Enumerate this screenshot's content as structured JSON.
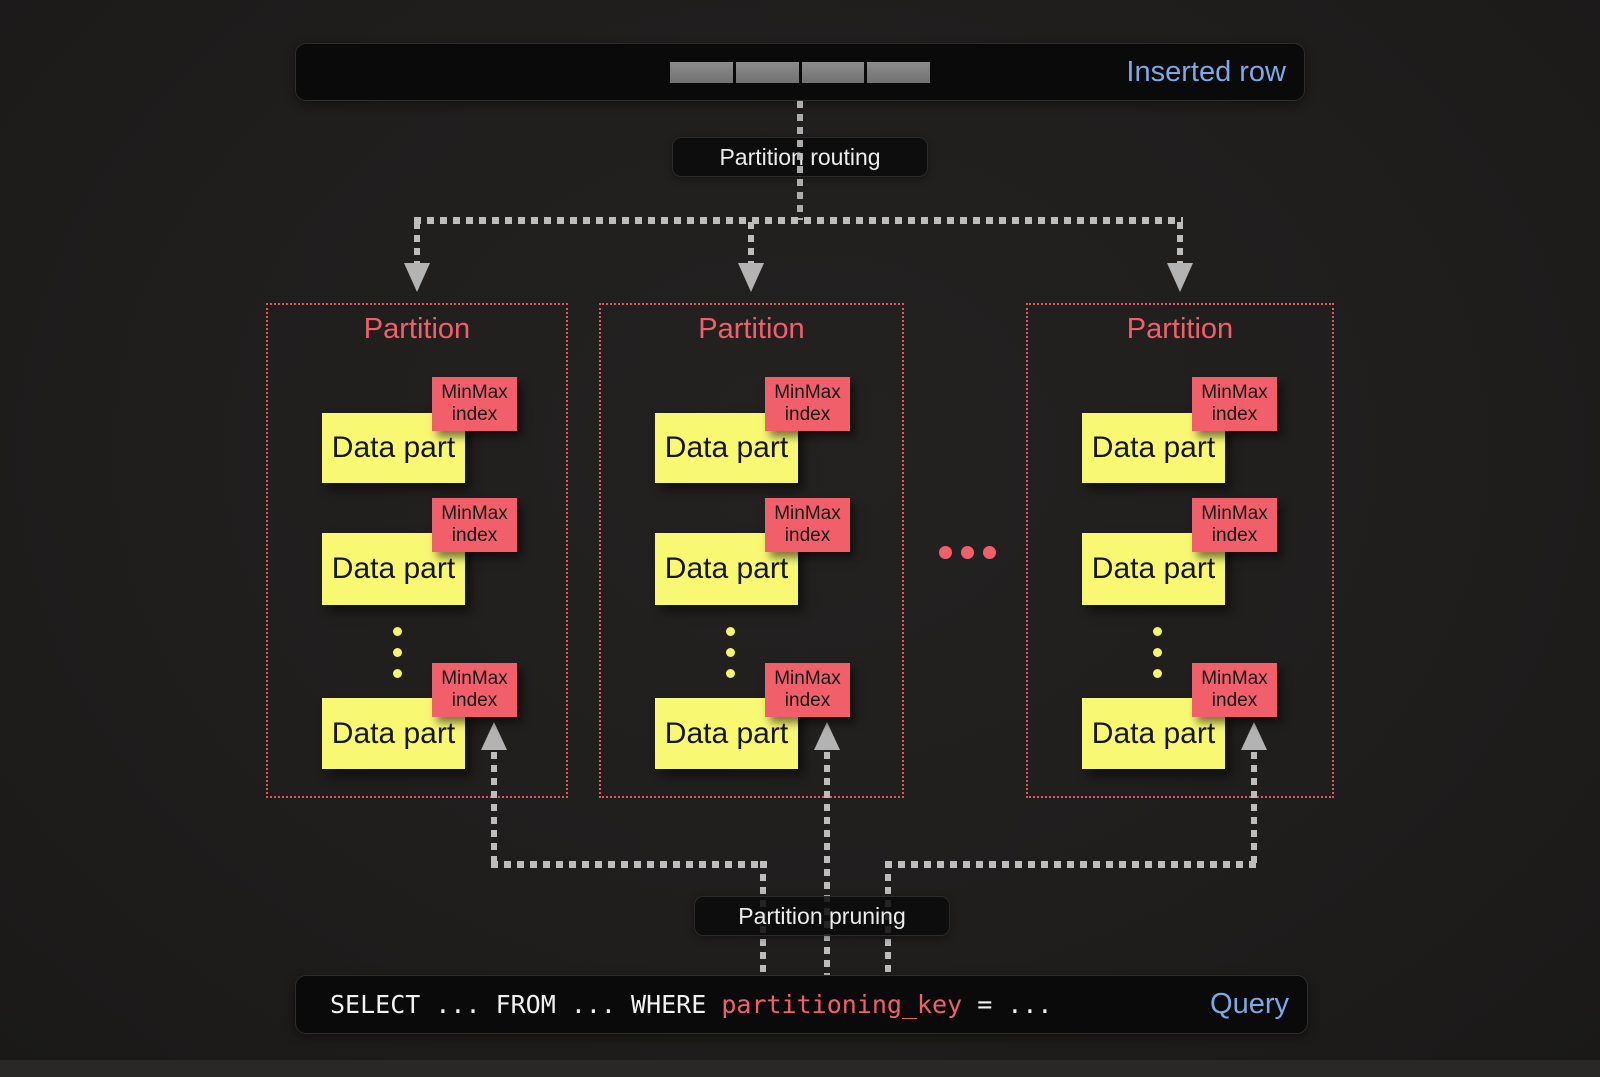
{
  "colors": {
    "panel": "#0a0a0a",
    "blue": "#7ea7e6",
    "red": "#f1606a",
    "red-border": "#e25561",
    "yellow": "#f8f873",
    "line": "#bdbdbd",
    "arrow": "#b3b3b3"
  },
  "inserted_row": {
    "label": "Inserted row",
    "cells": 4
  },
  "routing": {
    "label": "Partition routing"
  },
  "pruning": {
    "label": "Partition pruning"
  },
  "partitions": [
    {
      "title": "Partition",
      "parts": [
        {
          "label": "Data part",
          "tag": "MinMax index"
        },
        {
          "label": "Data part",
          "tag": "MinMax index"
        },
        {
          "label": "Data part",
          "tag": "MinMax index"
        }
      ]
    },
    {
      "title": "Partition",
      "parts": [
        {
          "label": "Data part",
          "tag": "MinMax index"
        },
        {
          "label": "Data part",
          "tag": "MinMax index"
        },
        {
          "label": "Data part",
          "tag": "MinMax index"
        }
      ]
    },
    {
      "title": "Partition",
      "parts": [
        {
          "label": "Data part",
          "tag": "MinMax index"
        },
        {
          "label": "Data part",
          "tag": "MinMax index"
        },
        {
          "label": "Data part",
          "tag": "MinMax index"
        }
      ]
    }
  ],
  "query": {
    "sql_before": "SELECT ... FROM ... WHERE ",
    "sql_key": "partitioning_key",
    "sql_after": " = ...",
    "label": "Query"
  },
  "icons": {
    "down_arrow": "triangle-down-arrow",
    "up_arrow": "triangle-up-arrow",
    "more_partitions": "horizontal-ellipsis-dots",
    "more_parts": "vertical-ellipsis-dots"
  }
}
